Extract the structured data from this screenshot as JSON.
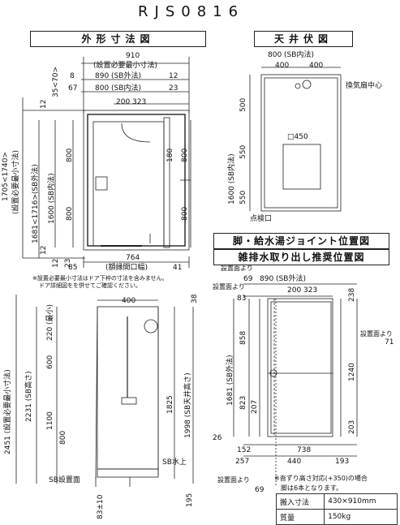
{
  "title": "RJS0816",
  "sections": {
    "outer": "外形寸法図",
    "ceiling": "天井伏図",
    "joint": "脚・給水湯ジョイント位置図",
    "drain": "雑排水取り出し推奨位置図"
  },
  "outer_dims": {
    "w910": "910",
    "setup_min": "(設置必要最小寸法)",
    "top_row1": [
      "8",
      "890 (SB外法)",
      "12"
    ],
    "top_row2": [
      "67",
      "800 (SB内法)",
      "23"
    ],
    "top_mid": "200 323",
    "left_vert1": "1705<1740>",
    "left_vert1_note": "(設置必要最小寸法)",
    "left_vert2": "1681<1716>(SB外法)",
    "left_vert3": "1600 (SB内法)",
    "left_small": [
      "12",
      "35<70>",
      "12",
      "12",
      "23"
    ],
    "inner_left": [
      "800",
      "800"
    ],
    "inner_right": [
      "180",
      "800",
      "800"
    ],
    "bottom": [
      "85",
      "764",
      "41"
    ],
    "bottom_note": "(額縁開口幅)",
    "notes": [
      "※設置必要最小寸法はドア下枠の寸法を含みません。",
      "ドア詳細図をを併せてご確認ください。"
    ]
  },
  "ceiling_dims": {
    "w": "800 (SB内法)",
    "split": [
      "400",
      "400"
    ],
    "vent": "換気扇中心",
    "left": [
      "500",
      "550",
      "550"
    ],
    "left_total": "1600 (SB内法)",
    "square": "□450",
    "inspect": "点検口"
  },
  "side_dims": {
    "w": "400",
    "top": "38",
    "left_outer": "2451 (設置必要最小寸法)",
    "left_inner": "2231 (SB高さ)",
    "left_parts": [
      "220 (最小)",
      "600",
      "1100",
      "800"
    ],
    "right_outer": "1998 (SB天井高さ)",
    "right_inner": "1825",
    "water_top": "SB水上",
    "sb_setup": "SB設置面",
    "bottom_small": "83±10",
    "bottom_right": "195"
  },
  "drain_dims": {
    "from_face": "設置面より",
    "top_row": [
      "69",
      "890 (SB外法)"
    ],
    "top_mid": "200 323",
    "top_right": "238",
    "left_small": "83",
    "left_vert": "1681 (SB外法)",
    "left_parts": [
      "858",
      "823",
      "207"
    ],
    "right_parts": [
      "1240",
      "203"
    ],
    "right_face": "設置面より",
    "right_71": "71",
    "bottom_26": "26",
    "bottom_row1": [
      "152",
      "738"
    ],
    "bottom_row2": [
      "257",
      "440",
      "193"
    ],
    "bottom_69": "69"
  },
  "footnote": [
    "※沓ずり高さ対応(+350)の場合",
    "脚は6本となります。"
  ],
  "spec": [
    {
      "label": "搬入寸法",
      "value": "430×910mm"
    },
    {
      "label": "質量",
      "value": "150kg"
    }
  ]
}
